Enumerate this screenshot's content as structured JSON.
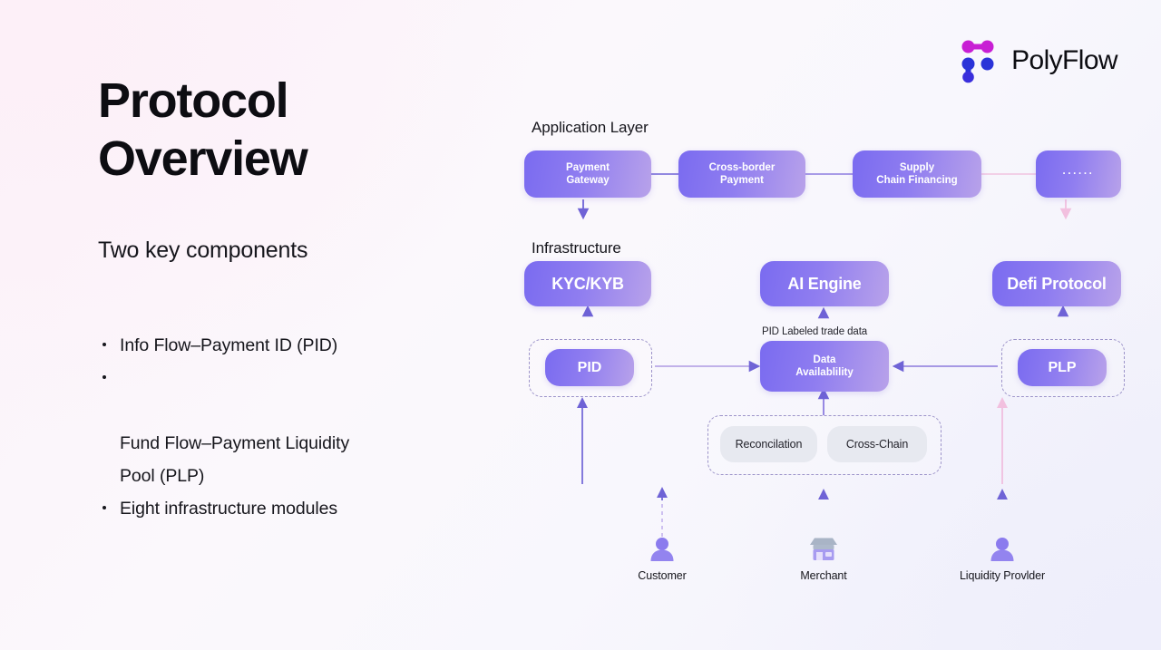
{
  "brand": {
    "name": "PolyFlow",
    "mark_colors": {
      "magenta": "#c81fd4",
      "blue": "#2a33d8",
      "indigo": "#4a3fe0"
    }
  },
  "left": {
    "title": "Protocol\nOverview",
    "subtitle": "Two key components",
    "bullets": [
      "Info Flow–Payment ID (PID)",
      "Fund Flow–Payment Liquidity\n    Pool (PLP)",
      "Eight infrastructure modules"
    ]
  },
  "diagram": {
    "labels": {
      "application_layer": "Application Layer",
      "infrastructure": "Infrastructure",
      "pid_labeled_trade_data": "PID Labeled trade data"
    },
    "application_nodes": [
      {
        "id": "payment-gateway",
        "label": "Payment\nGateway"
      },
      {
        "id": "cross-border-payment",
        "label": "Cross-border\nPayment"
      },
      {
        "id": "supply-chain-financing",
        "label": "Supply\nChain Financing"
      },
      {
        "id": "more",
        "label": "······"
      }
    ],
    "infrastructure_nodes": [
      {
        "id": "kyc-kyb",
        "label": "KYC/KYB"
      },
      {
        "id": "ai-engine",
        "label": "AI Engine"
      },
      {
        "id": "defi-protocol",
        "label": "Defi Protocol"
      }
    ],
    "middle_nodes": [
      {
        "id": "pid",
        "label": "PID"
      },
      {
        "id": "data-availability",
        "label": "Data\nAvailablility"
      },
      {
        "id": "plp",
        "label": "PLP"
      }
    ],
    "module_chips": [
      {
        "id": "reconciliation",
        "label": "Reconcilation"
      },
      {
        "id": "cross-chain",
        "label": "Cross-Chain"
      }
    ],
    "actors": [
      {
        "id": "customer",
        "label": "Customer",
        "icon": "person-icon"
      },
      {
        "id": "merchant",
        "label": "Merchant",
        "icon": "store-icon"
      },
      {
        "id": "liquidity-provider",
        "label": "Liquidity Provlder",
        "icon": "person-icon"
      }
    ],
    "colors": {
      "node_gradient_from": "#7a6bf0",
      "node_gradient_to": "#b8a2ea",
      "wire_purple": "#6f63d6",
      "wire_pink": "#f0bcdd",
      "dashed_border": "#9c93c9",
      "chip_bg": "#e7e9f0"
    }
  }
}
